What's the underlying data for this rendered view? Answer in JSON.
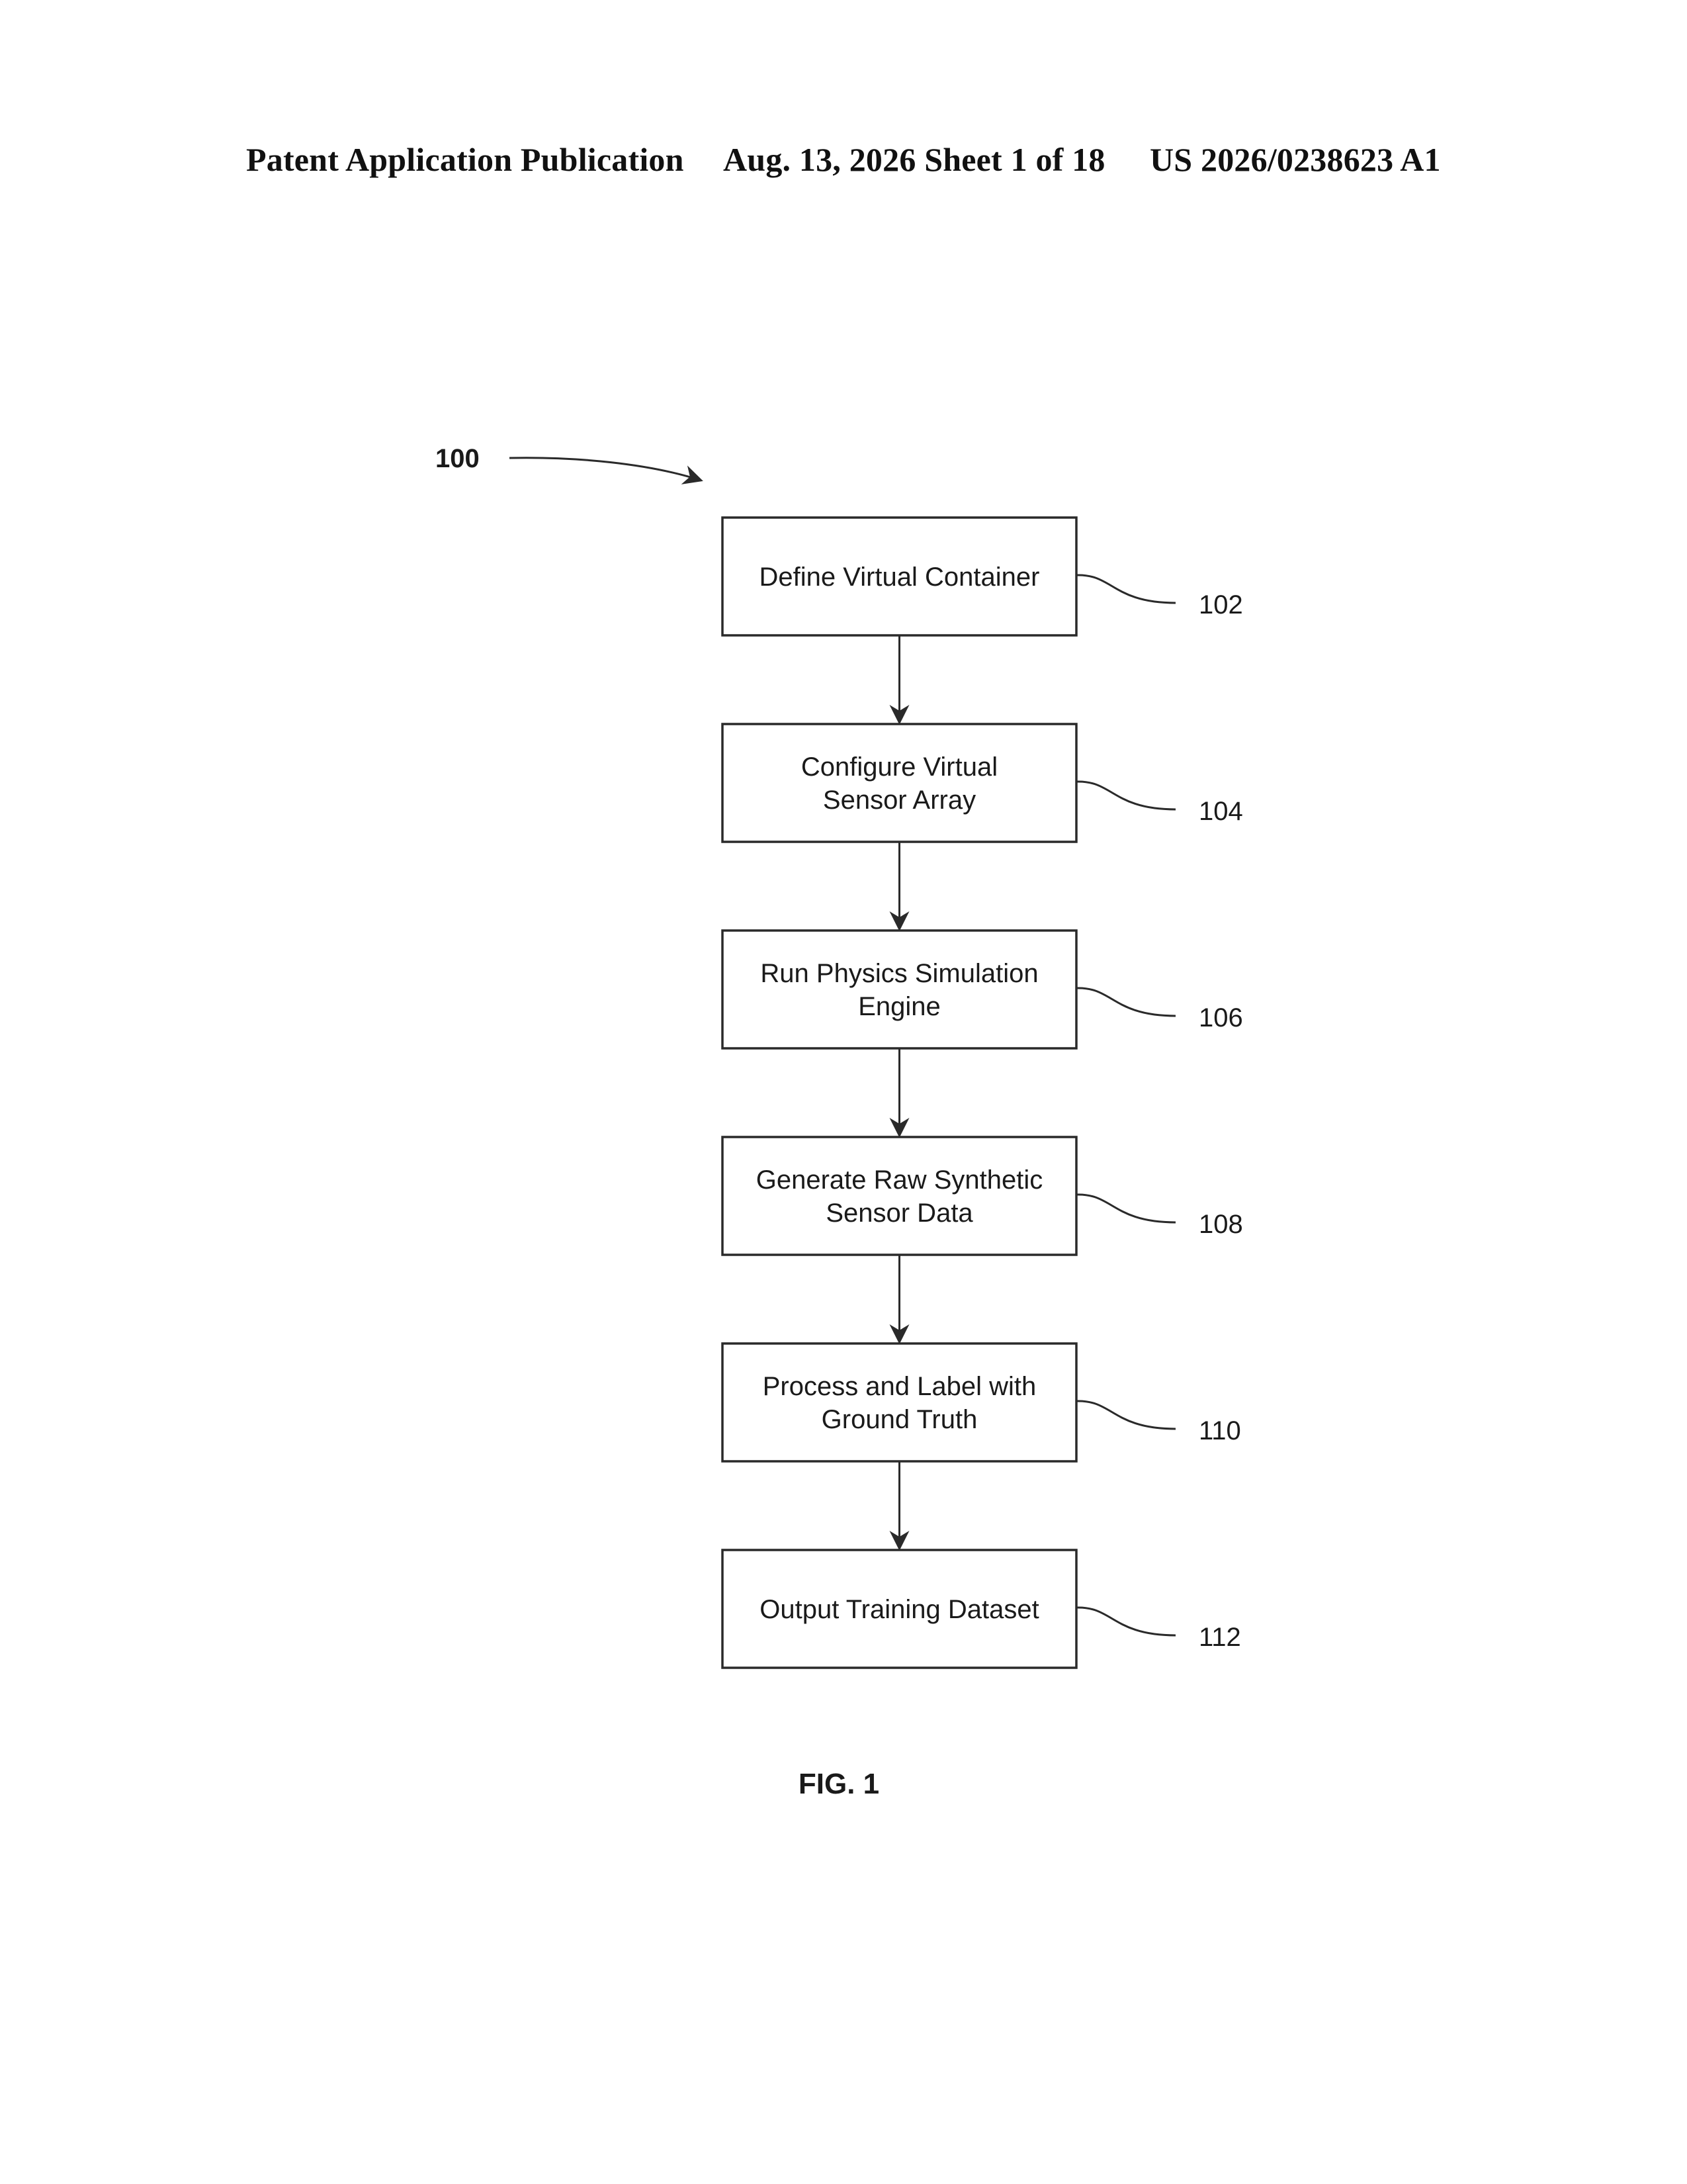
{
  "header": {
    "title": "Patent Application Publication",
    "date_sheet": "Aug. 13, 2026  Sheet 1 of 18",
    "pub_number": "US 2026/0238623 A1"
  },
  "figure": {
    "reference": "100",
    "caption": "FIG. 1",
    "steps": [
      {
        "lines": [
          "Define Virtual Container"
        ],
        "ref": "102"
      },
      {
        "lines": [
          "Configure Virtual",
          "Sensor Array"
        ],
        "ref": "104"
      },
      {
        "lines": [
          "Run Physics Simulation",
          "Engine"
        ],
        "ref": "106"
      },
      {
        "lines": [
          "Generate Raw Synthetic",
          "Sensor Data"
        ],
        "ref": "108"
      },
      {
        "lines": [
          "Process and Label with",
          "Ground Truth"
        ],
        "ref": "110"
      },
      {
        "lines": [
          "Output Training Dataset"
        ],
        "ref": "112"
      }
    ]
  }
}
